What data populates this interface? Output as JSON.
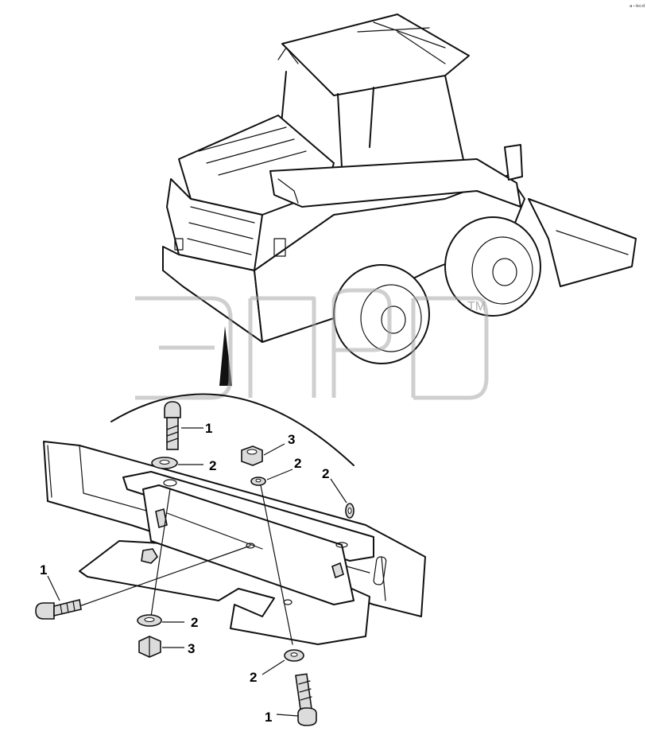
{
  "diagram": {
    "corner_mark": "ᵃ⁻ᵇᶜᵈ",
    "watermark_tm": "TM",
    "callouts": {
      "c1_top": "1",
      "c2_top_left": "2",
      "c3_top": "3",
      "c2_top_mid": "2",
      "c2_right": "2",
      "c1_left": "1",
      "c2_bottom_left": "2",
      "c3_bottom": "3",
      "c2_bottom": "2",
      "c1_bottom": "1"
    }
  }
}
